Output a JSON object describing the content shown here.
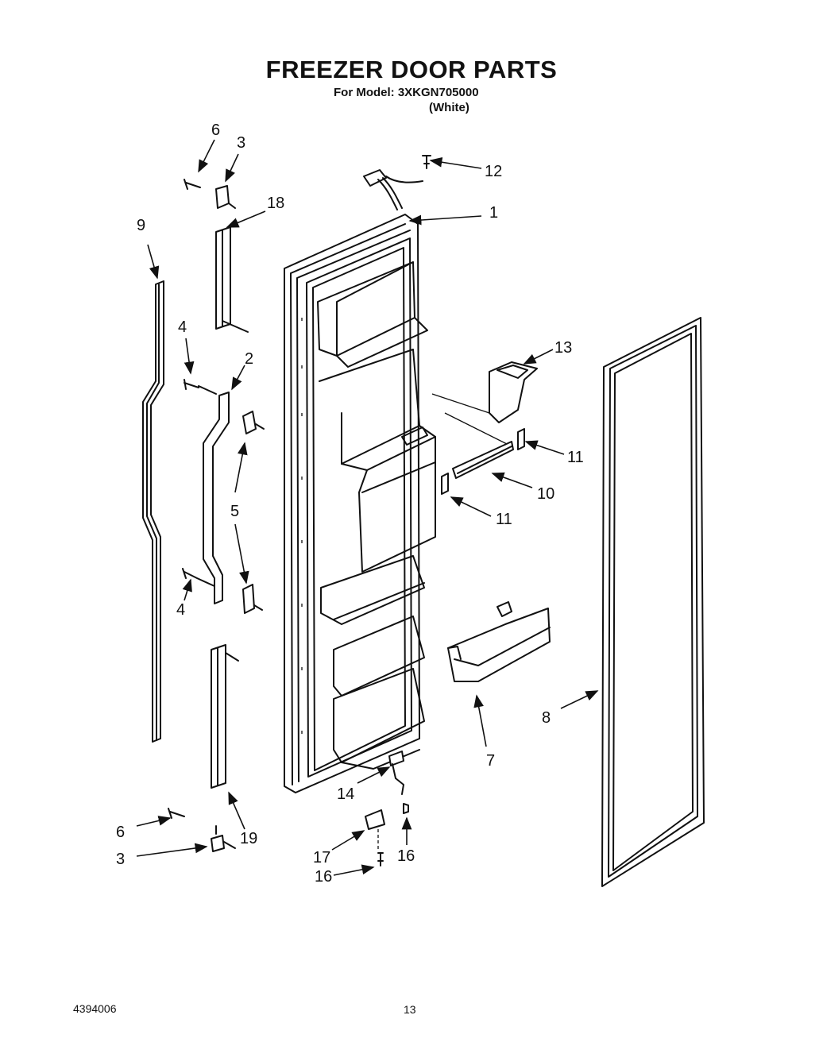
{
  "page": {
    "title": "FREEZER DOOR PARTS",
    "model_line": "For Model: 3XKGN705000",
    "color_line": "(White)",
    "doc_number": "4394006",
    "page_number": "13"
  },
  "callouts": {
    "c1": "1",
    "c2": "2",
    "c3a": "3",
    "c3b": "3",
    "c4a": "4",
    "c4b": "4",
    "c5": "5",
    "c6a": "6",
    "c6b": "6",
    "c7": "7",
    "c8": "8",
    "c9": "9",
    "c10": "10",
    "c11a": "11",
    "c11b": "11",
    "c12": "12",
    "c13": "13",
    "c14": "14",
    "c16a": "16",
    "c16b": "16",
    "c17": "17",
    "c18": "18",
    "c19": "19"
  }
}
